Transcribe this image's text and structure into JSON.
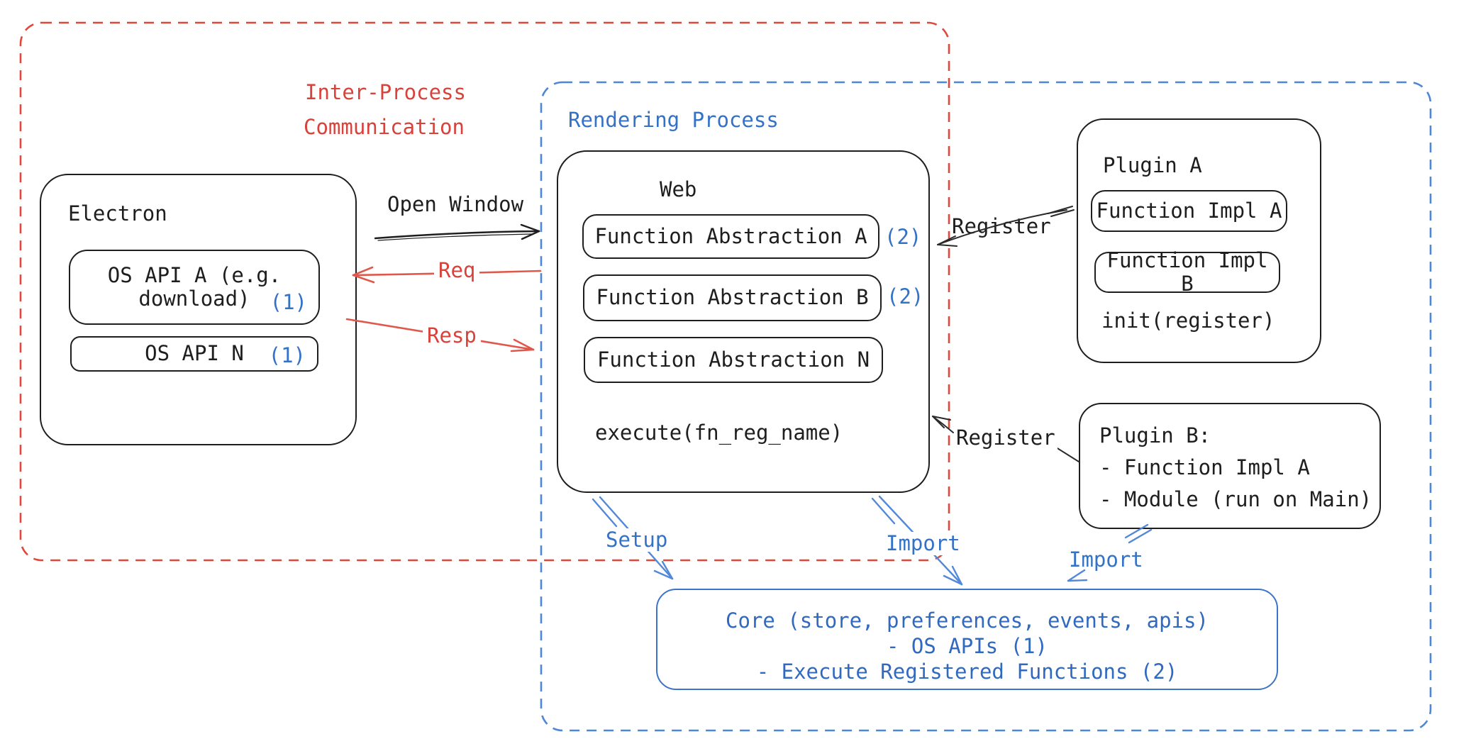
{
  "colors": {
    "ink": "#1e1e1e",
    "red": "#d8423a",
    "red_dash": "#e0483c",
    "blue_text": "#3372c7",
    "blue_dash": "#4d87d5",
    "blue_arrow": "#5388d8",
    "core_border": "#3b74c8",
    "core_text": "#3069c0"
  },
  "region_ipc": {
    "line1": "Inter-Process",
    "line2": "Communication"
  },
  "region_rendering": {
    "label": "Rendering Process"
  },
  "electron": {
    "title": "Electron",
    "os_api_a_line1": "OS API A (e.g.",
    "os_api_a_line2": "download)",
    "os_api_a_badge": "(1)",
    "os_api_n": "OS API N",
    "os_api_n_badge": "(1)"
  },
  "web": {
    "title": "Web",
    "fa_a": "Function Abstraction A",
    "fa_a_badge": "(2)",
    "fa_b": "Function Abstraction B",
    "fa_b_badge": "(2)",
    "fa_n": "Function Abstraction N",
    "execute": "execute(fn_reg_name)"
  },
  "plugin_a": {
    "title": "Plugin A",
    "impl_a": "Function Impl A",
    "impl_b": "Function Impl B",
    "init": "init(register)"
  },
  "plugin_b": {
    "line1": "Plugin B:",
    "line2": "- Function Impl A",
    "line3": "- Module (run on Main)"
  },
  "core": {
    "line1": "Core (store, preferences, events, apis)",
    "line2": "- OS APIs (1)",
    "line3": "- Execute Registered Functions (2)"
  },
  "arrows": {
    "open_window": "Open Window",
    "req": "Req",
    "resp": "Resp",
    "register_top": "Register",
    "register_bottom": "Register",
    "setup": "Setup",
    "import_web": "Import",
    "import_plugin": "Import"
  }
}
